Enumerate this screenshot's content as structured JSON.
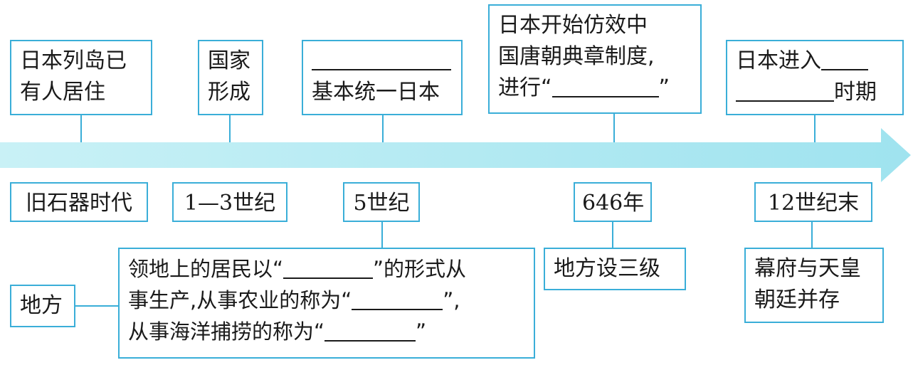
{
  "top_events": [
    {
      "lines": [
        "日本列岛已",
        "有人居住"
      ]
    },
    {
      "lines": [
        "国家",
        "形成"
      ]
    },
    {
      "lines": [
        "",
        "基本统一日本"
      ]
    },
    {
      "lines": [
        "日本开始仿效中",
        "国唐朝典章制度,",
        "进行“",
        "”"
      ]
    },
    {
      "lines": [
        "日本进入",
        "",
        "时期"
      ]
    }
  ],
  "periods": [
    "旧石器时代",
    "1—3世纪",
    "5世纪",
    "646年",
    "12世纪末"
  ],
  "bottom_events": {
    "local_label": "地方",
    "manor_text": [
      "领地上的居民以“",
      "”的形式从",
      "事生产,从事农业的称为“",
      "”,",
      "从事海洋捕捞的称为“",
      "”"
    ],
    "three_levels": "地方设三级",
    "shogunate": [
      "幕府与天皇",
      "朝廷并存"
    ]
  },
  "colors": {
    "arrow": "#b8ecf3",
    "border": "#3aaed8"
  }
}
